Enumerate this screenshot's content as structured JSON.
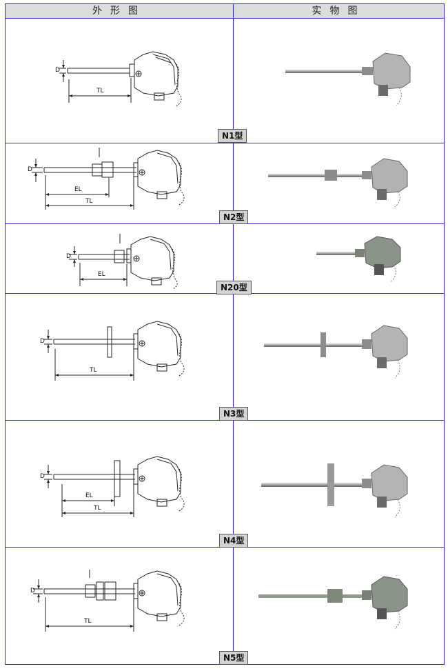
{
  "header": {
    "drawing_col": "外形图",
    "photo_col": "实物图"
  },
  "rows": [
    {
      "model": "N1型",
      "dims": {
        "d": "D",
        "tl": "TL"
      }
    },
    {
      "model": "N2型",
      "dims": {
        "d": "D",
        "el": "EL",
        "tl": "TL"
      }
    },
    {
      "model": "N20型",
      "dims": {
        "d": "D",
        "el": "EL"
      }
    },
    {
      "model": "N3型",
      "dims": {
        "d": "D",
        "tl": "TL"
      }
    },
    {
      "model": "N4型",
      "dims": {
        "d": "D",
        "el": "EL",
        "tl": "TL"
      }
    },
    {
      "model": "N5型",
      "dims": {
        "d": "D",
        "tl": "TL"
      }
    }
  ],
  "colors": {
    "grid": "#2a2ad8",
    "header_bg": "#dcdcdc",
    "label_bg": "#d4d4d4"
  }
}
